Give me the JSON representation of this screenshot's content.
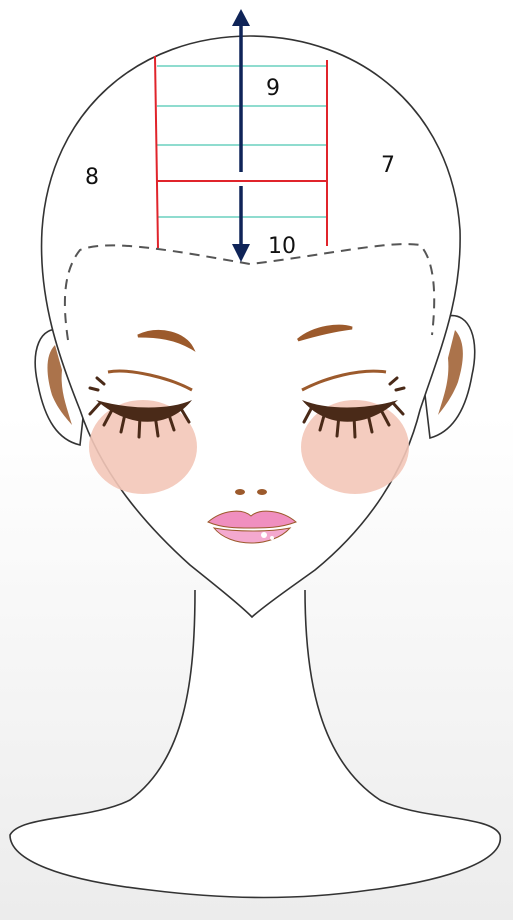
{
  "diagram": {
    "section_labels": {
      "top": "9",
      "left": "8",
      "right": "7",
      "front": "10"
    },
    "colors": {
      "outline": "#333333",
      "section_line": "#e0242b",
      "guide_line": "#8fdccf",
      "arrow": "#0f2458",
      "hairline": "#555555",
      "brow": "#9c5a2c",
      "lash": "#4a2a18",
      "blush": "#f3c7b8",
      "lips": "#f08fbf"
    },
    "icons": [
      "head-outline",
      "double-arrow-icon"
    ]
  }
}
